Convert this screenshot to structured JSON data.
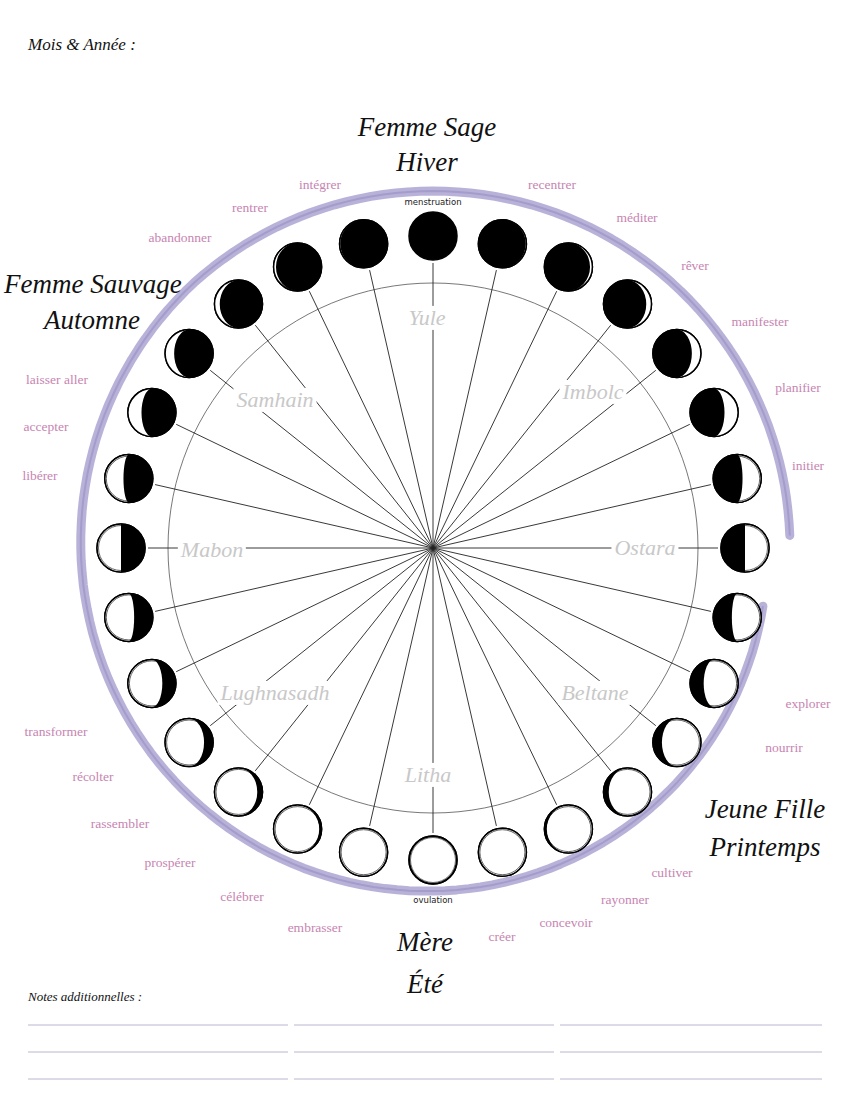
{
  "diagram": {
    "labels": [
      "Mois & Année :",
      "Femme Sage",
      "Hiver",
      "menstruation",
      "intégrer",
      "recentrer",
      "rentrer",
      "méditer",
      "abandonner",
      "rêver",
      "Femme Sauvage",
      "Automne",
      "manifester",
      "laisser aller",
      "planifier",
      "accepter",
      "initier",
      "libérer",
      "Yule",
      "Samhain",
      "Imbolc",
      "Mabon",
      "Ostara",
      "Lughnasadh",
      "Beltane",
      "Litha",
      "explorer",
      "transformer",
      "nourrir",
      "récolter",
      "Jeune Fille",
      "Printemps",
      "rassembler",
      "prospérer",
      "cultiver",
      "célébrer",
      "rayonner",
      "concevoir",
      "embrasser",
      "créer",
      "ovulation",
      "Mère",
      "Été",
      "Notes additionnelles :"
    ]
  }
}
